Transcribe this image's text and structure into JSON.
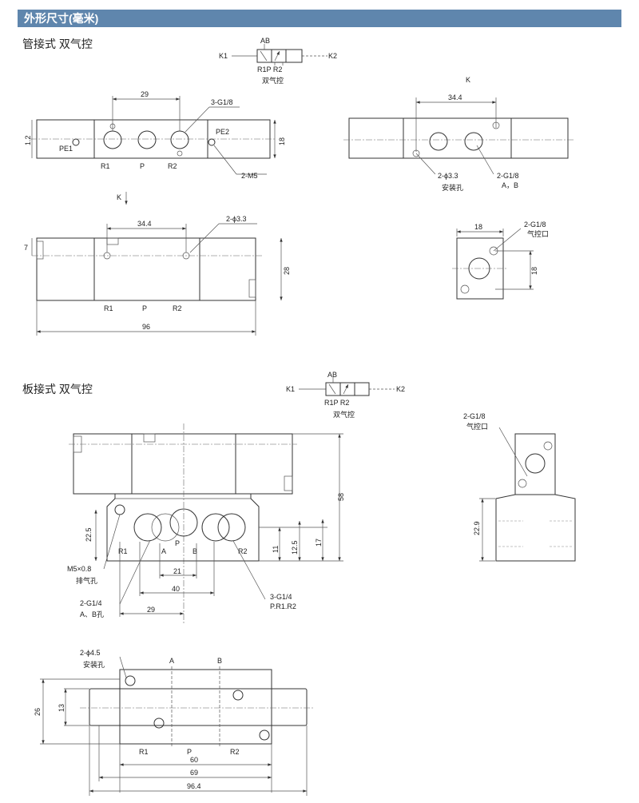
{
  "header": {
    "title": "外形尺寸(毫米)"
  },
  "pipe": {
    "section_title": "管接式 双气控",
    "symbol": {
      "ab": "AB",
      "k1": "K1",
      "k2": "K2",
      "r1pr2": "R1P R2",
      "caption": "双气控"
    },
    "front": {
      "dim_29": "29",
      "port_3g18": "3-G1/8",
      "dim_1_2": "1.2",
      "dim_18": "18",
      "pe1": "PE1",
      "pe2": "PE2",
      "r1": "R1",
      "p": "P",
      "r2": "R2",
      "m5": "2-M5"
    },
    "k_label": "K",
    "k_view": {
      "dim_34_4": "34.4",
      "hole_33": "2-ϕ3.3",
      "install": "安装孔",
      "g18": "2-G1/8",
      "ab": "A，B"
    },
    "side": {
      "dim_34_4": "34.4",
      "hole_33": "2-ϕ3.3",
      "dim_7": "7",
      "dim_28": "28",
      "r1": "R1",
      "p": "P",
      "r2": "R2",
      "dim_96": "96"
    },
    "end": {
      "dim_18w": "18",
      "g18": "2-G1/8",
      "pilot": "气控口",
      "dim_18h": "18"
    }
  },
  "plate": {
    "section_title": "板接式 双气控",
    "symbol": {
      "ab": "AB",
      "k1": "K1",
      "k2": "K2",
      "r1pr2": "R1P R2",
      "caption": "双气控"
    },
    "front": {
      "dim_58": "58",
      "dim_22_5": "22.5",
      "dim_11": "11",
      "dim_12_5": "12.5",
      "dim_17": "17",
      "r1": "R1",
      "a": "A",
      "p": "P",
      "b": "B",
      "r2": "R2",
      "m5": "M5×0.8",
      "exhaust": "排气孔",
      "dim_21": "21",
      "dim_40": "40",
      "g14_2": "2-G1/4",
      "ab_hole": "A、B孔",
      "dim_29": "29",
      "g14_3": "3-G1/4",
      "pr1r2": "P.R1.R2"
    },
    "end": {
      "g18": "2-G1/8",
      "pilot": "气控口",
      "dim_22_9": "22.9"
    },
    "bottom": {
      "hole_45": "2-ϕ4.5",
      "install": "安装孔",
      "a": "A",
      "b": "B",
      "dim_26": "26",
      "dim_13": "13",
      "r1": "R1",
      "p": "P",
      "r2": "R2",
      "dim_60": "60",
      "dim_69": "69",
      "dim_96_4": "96.4"
    }
  }
}
